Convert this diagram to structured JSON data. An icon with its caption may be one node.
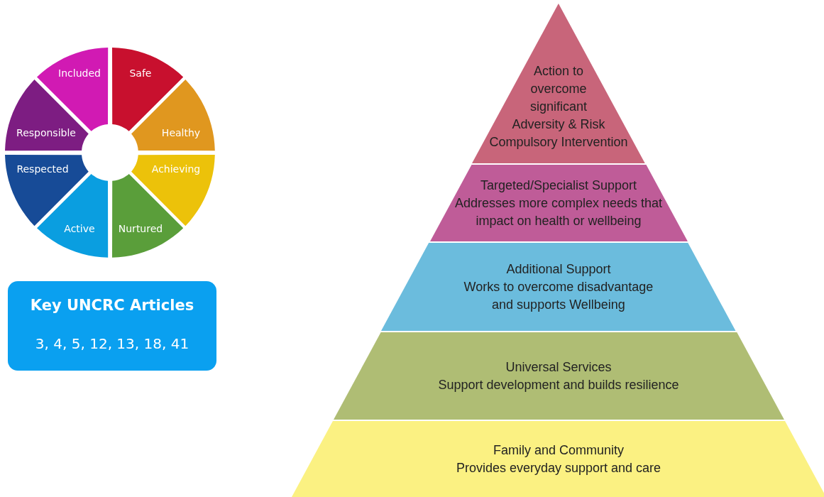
{
  "diagram": {
    "nodes": [
      {
        "text": [
          "Included"
        ]
      },
      {
        "text": [
          "Safe"
        ]
      },
      {
        "text": [
          "Responsible"
        ]
      },
      {
        "text": [
          "Healthy"
        ]
      },
      {
        "text": [
          "Respected"
        ]
      },
      {
        "text": [
          "Achieving"
        ]
      },
      {
        "text": [
          "Active"
        ]
      },
      {
        "text": [
          "Nurtured"
        ]
      },
      {
        "text": [
          "Key UNCRC Articles",
          "3, 4, 5, 12, 13, 18, 41"
        ]
      },
      {
        "text": [
          "Action to overcome significant Adversity & Risk",
          "Compulsory Intervention"
        ]
      },
      {
        "text": [
          "Targeted/Specialist Support",
          "Addresses more complex needs that impact on health or wellbeing"
        ]
      },
      {
        "text": [
          "Additional Support",
          "Works to overcome disadvantage and supports Wellbeing"
        ]
      },
      {
        "text": [
          "Universal Services",
          "Support development and builds resilience"
        ]
      },
      {
        "text": [
          "Family and Community",
          "Provides everyday support and care"
        ]
      }
    ],
    "edges": []
  }
}
